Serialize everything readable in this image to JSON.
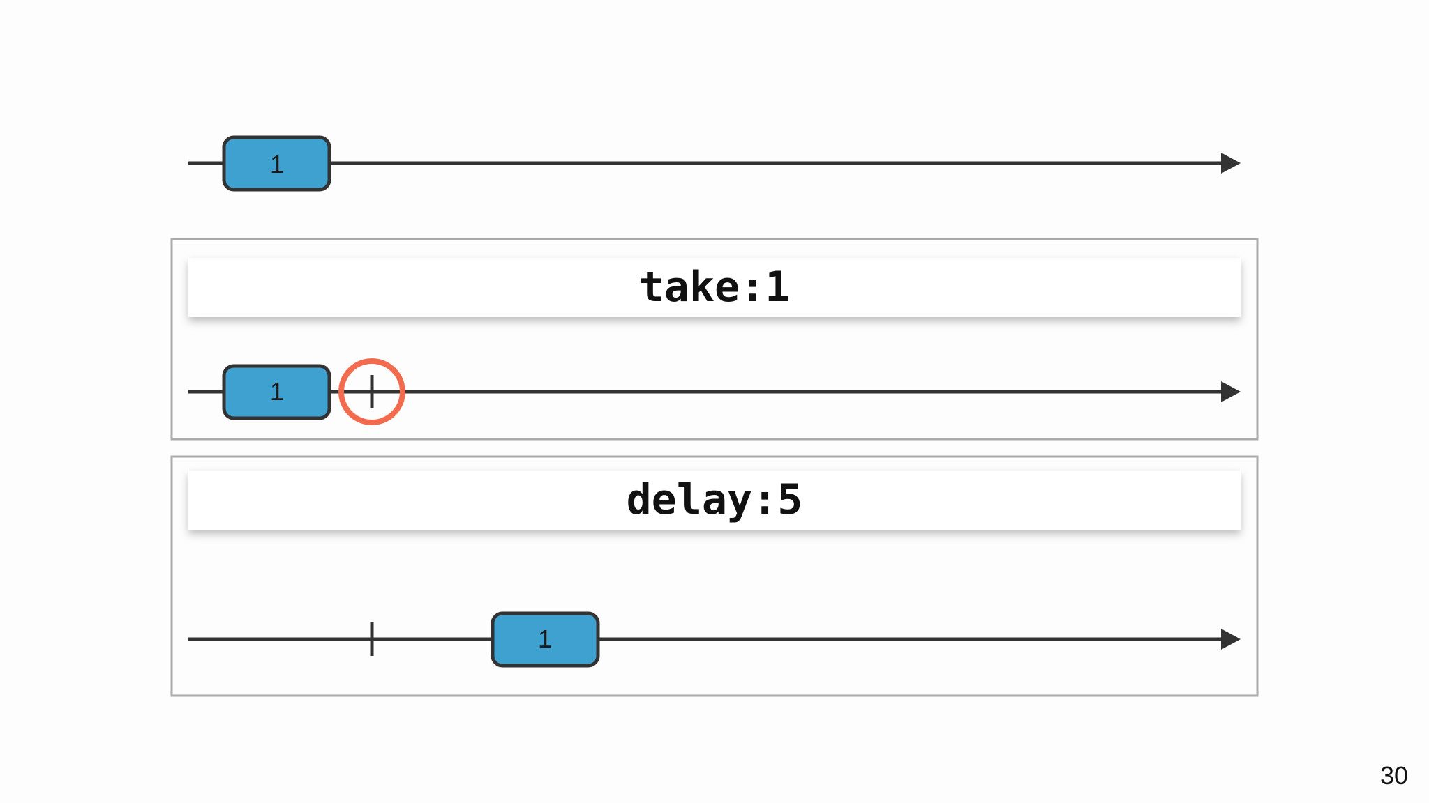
{
  "slide": {
    "page_number": "30"
  },
  "source_stream": {
    "values": [
      "1"
    ]
  },
  "take_operator": {
    "label": "take:1",
    "output_values": [
      "1"
    ],
    "completes_after_first": true
  },
  "delay_operator": {
    "label": "delay:5",
    "output_values": [
      "1"
    ]
  },
  "colors": {
    "marble_fill": "#3fa1cf",
    "marble_stroke": "#333333",
    "timeline": "#333333",
    "operator_border": "#aaaaaa",
    "completion_highlight": "#f26b4f"
  }
}
